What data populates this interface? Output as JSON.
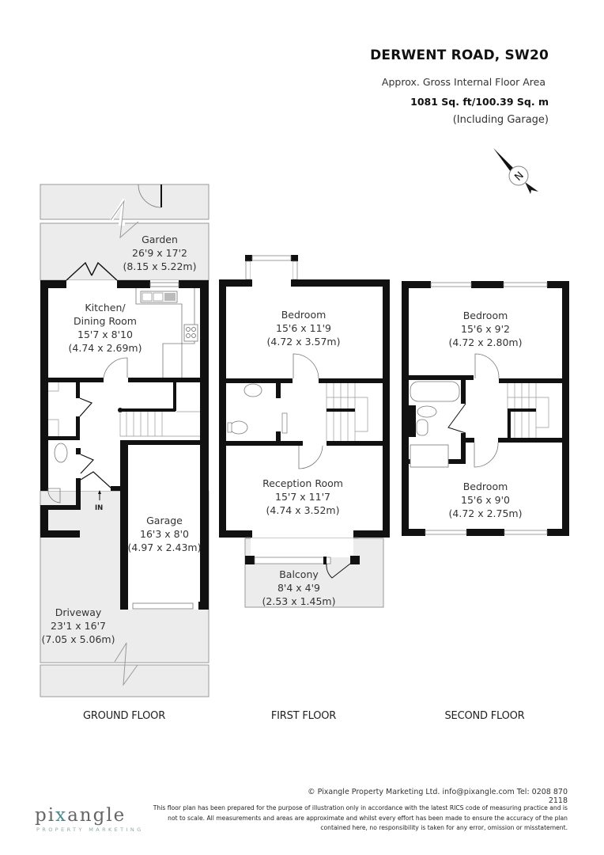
{
  "header": {
    "title": "DERWENT ROAD, SW20",
    "subtitle": "Approx. Gross Internal Floor Area",
    "area": "1081 Sq. ft/100.39 Sq. m",
    "area_note": "(Including Garage)"
  },
  "compass": {
    "icon": "north-arrow-icon",
    "letter": "N"
  },
  "floors": [
    {
      "label": "GROUND FLOOR",
      "rooms": [
        {
          "name": "Garden",
          "imperial": "26'9 x 17'2",
          "metric": "(8.15 x 5.22m)"
        },
        {
          "name": "Kitchen/",
          "name2": "Dining Room",
          "imperial": "15'7 x 8'10",
          "metric": "(4.74 x 2.69m)"
        },
        {
          "name": "Garage",
          "imperial": "16'3 x 8'0",
          "metric": "(4.97 x 2.43m)"
        },
        {
          "name": "Driveway",
          "imperial": "23'1 x 16'7",
          "metric": "(7.05 x 5.06m)"
        }
      ],
      "entrance_label": "IN"
    },
    {
      "label": "FIRST FLOOR",
      "rooms": [
        {
          "name": "Bedroom",
          "imperial": "15'6 x 11'9",
          "metric": "(4.72 x 3.57m)"
        },
        {
          "name": "Reception Room",
          "imperial": "15'7 x 11'7",
          "metric": "(4.74 x 3.52m)"
        },
        {
          "name": "Balcony",
          "imperial": "8'4 x 4'9",
          "metric": "(2.53 x 1.45m)"
        }
      ]
    },
    {
      "label": "SECOND FLOOR",
      "rooms": [
        {
          "name": "Bedroom",
          "imperial": "15'6 x 9'2",
          "metric": "(4.72 x 2.80m)"
        },
        {
          "name": "Bedroom",
          "imperial": "15'6 x 9'0",
          "metric": "(4.72 x 2.75m)"
        }
      ]
    }
  ],
  "footer": {
    "copyright": "© Pixangle Property Marketing Ltd. info@pixangle.com Tel: 0208 870 2118",
    "disclaimer_1": "This floor plan has been prepared for the purpose of illustration only in accordance with the latest RICS code of measuring practice and is",
    "disclaimer_2": "not to scale. All measurements and areas are approximate and whilst every effort has been made to ensure the accuracy of the plan",
    "disclaimer_3": "contained here, no responsibility is taken for any error, omission or misstatement.",
    "logo_pre": "pi",
    "logo_x": "x",
    "logo_post": "angle",
    "logo_sub": "PROPERTY MARKETING"
  },
  "colors": {
    "wall": "#111111",
    "outdoor_fill": "#ececec",
    "outline": "#9a9a9a",
    "logo_accent": "#4a8a8c"
  }
}
